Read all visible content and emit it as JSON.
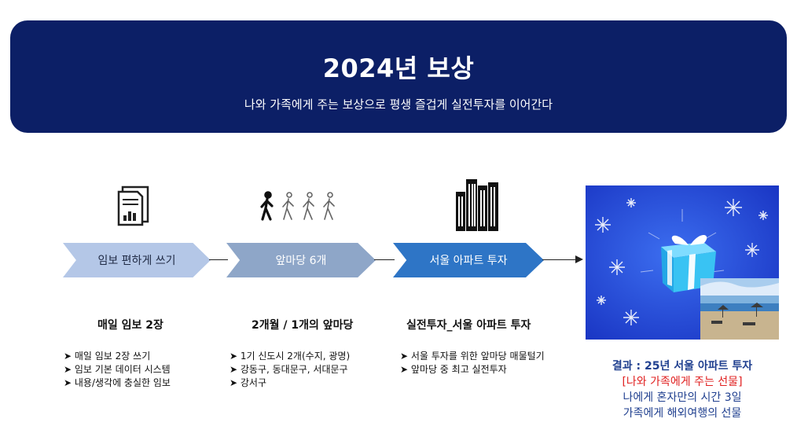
{
  "banner": {
    "title": "2024년 보상",
    "subtitle": "나와 가족에게 주는 보상으로 평생 즐겁게 실전투자를 이어간다"
  },
  "steps": [
    {
      "icon": "document-chart-icon",
      "label": "임보 편하게 쓰기",
      "heading": "매일 임보 2장",
      "bullets": [
        "매일 임보 2장 쓰기",
        "임보 기본 데이터 시스템",
        "내용/생각에 충실한 임보"
      ]
    },
    {
      "icon": "walking-people-icon",
      "label": "앞마당 6개",
      "heading": "2개월 / 1개의 앞마당",
      "bullets": [
        "1기 신도시 2개(수지, 광명)",
        "강동구, 동대문구, 서대문구",
        "강서구"
      ]
    },
    {
      "icon": "buildings-icon",
      "label": "서울 아파트 투자",
      "heading": "실전투자_서울 아파트 투자",
      "bullets": [
        "서울 투자를 위한 앞마당 매물털기",
        "앞마당 중 최고 실전투자"
      ]
    }
  ],
  "result": {
    "line1": "결과 : 25년 서울 아파트 투자",
    "line2": "[나와 가족에게 주는 선물]",
    "line3": "나에게 혼자만의 시간 3일",
    "line4": "가족에게 해외여행의 선물"
  },
  "colors": {
    "banner": "#0c1f66",
    "step1": "#b4c7e7",
    "step2": "#8ea6c8",
    "step3": "#2e75c6",
    "result_text": "#1f3f8f",
    "result_highlight": "#e02020"
  }
}
